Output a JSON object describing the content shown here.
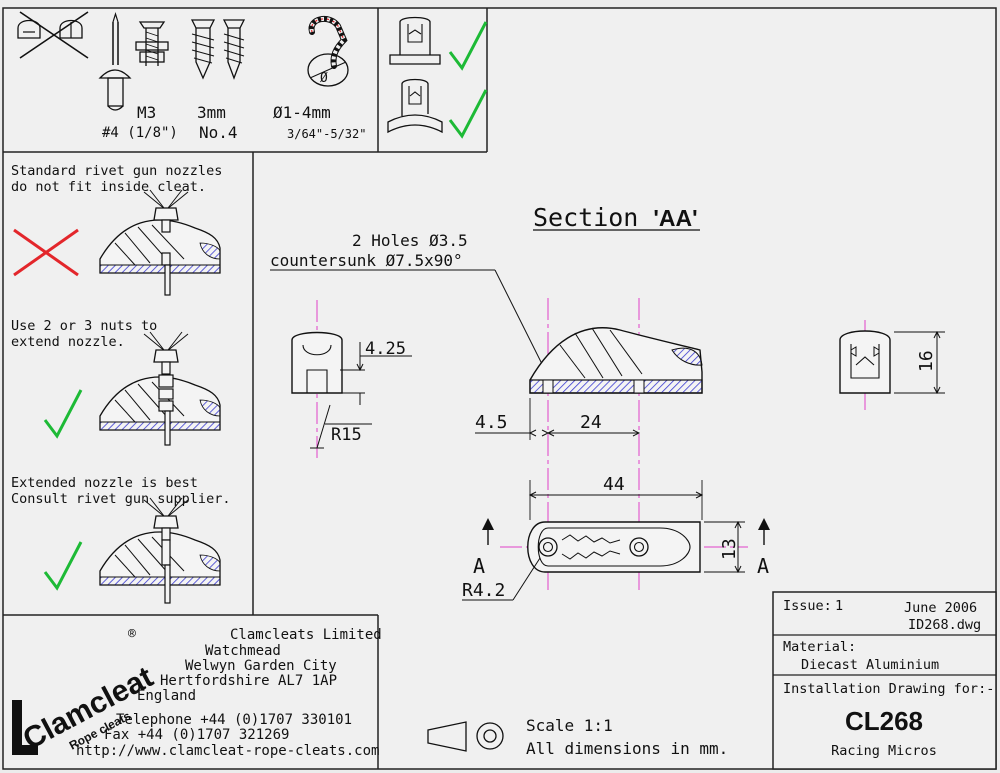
{
  "fasteners": {
    "rivet_label": "#4 (1/8\")",
    "machine_screw_label": "M3",
    "wood_screw_label": "3mm",
    "wood_screw_sub": "No.4",
    "rope_label": "Ø1-4mm",
    "rope_sub": "3/64\"-5/32\"",
    "rope_diameter_symbol": "Ø"
  },
  "rivet_notes": {
    "note1_line1": "Standard rivet gun nozzles",
    "note1_line2": "do not fit inside cleat.",
    "note2_line1": "Use 2 or 3 nuts to",
    "note2_line2": "extend nozzle.",
    "note3_line1": "Extended nozzle is best",
    "note3_line2": "Consult rivet gun supplier."
  },
  "section": {
    "title_prefix": "Section ",
    "title_bold": "'AA'",
    "holes_line1": "2 Holes Ø3.5",
    "holes_line2": "countersunk Ø7.5x90°"
  },
  "dimensions": {
    "d425": "4.25",
    "r15": "R15",
    "d45": "4.5",
    "d24": "24",
    "d44": "44",
    "d13": "13",
    "d16": "16",
    "r42": "R4.2",
    "section_mark": "A"
  },
  "company": {
    "brand_main": "Clamcleat",
    "brand_sub": "Rope cleats",
    "registered": "®",
    "name": "Clamcleats Limited",
    "addr1": "Watchmead",
    "addr2": "Welwyn Garden City",
    "addr3": "Hertfordshire AL7 1AP",
    "addr4": "England",
    "telephone": "Telephone +44 (0)1707 330101",
    "fax": "Fax +44 (0)1707 321269",
    "web": "http://www.clamcleat-rope-cleats.com"
  },
  "scale": {
    "scale_text": "Scale 1:1",
    "units_text": "All dimensions in mm."
  },
  "title_block": {
    "issue_label": "Issue:",
    "issue_value": "1",
    "date": "June 2006",
    "file": "ID268.dwg",
    "material_label": "Material:",
    "material_value": "Diecast Aluminium",
    "install_label": "Installation Drawing for:-",
    "part_number": "CL268",
    "product_line": "Racing Micros"
  },
  "colors": {
    "check": "#1dba36",
    "cross": "#e3262b",
    "centerline": "#e040c8",
    "hatch": "#3a3ad0"
  }
}
